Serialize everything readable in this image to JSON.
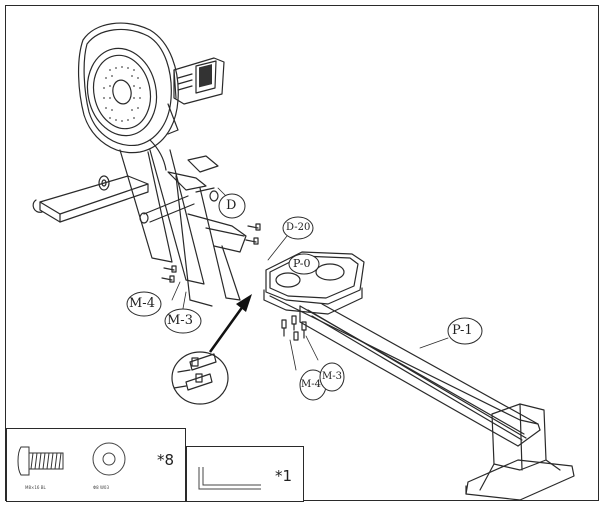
{
  "labels": {
    "part_d": "D",
    "part_d20": "D-20",
    "part_p0": "P-0",
    "part_p1": "P-1",
    "m4_left": "M-4",
    "m3_left": "M-3",
    "m4_right": "M-4",
    "m3_right": "M-3"
  },
  "hardware": {
    "bolt_caption": "M8×16 BL",
    "washer_caption": "Φ8 W03",
    "bolt_qty": "*8",
    "tool_qty": "*1"
  }
}
